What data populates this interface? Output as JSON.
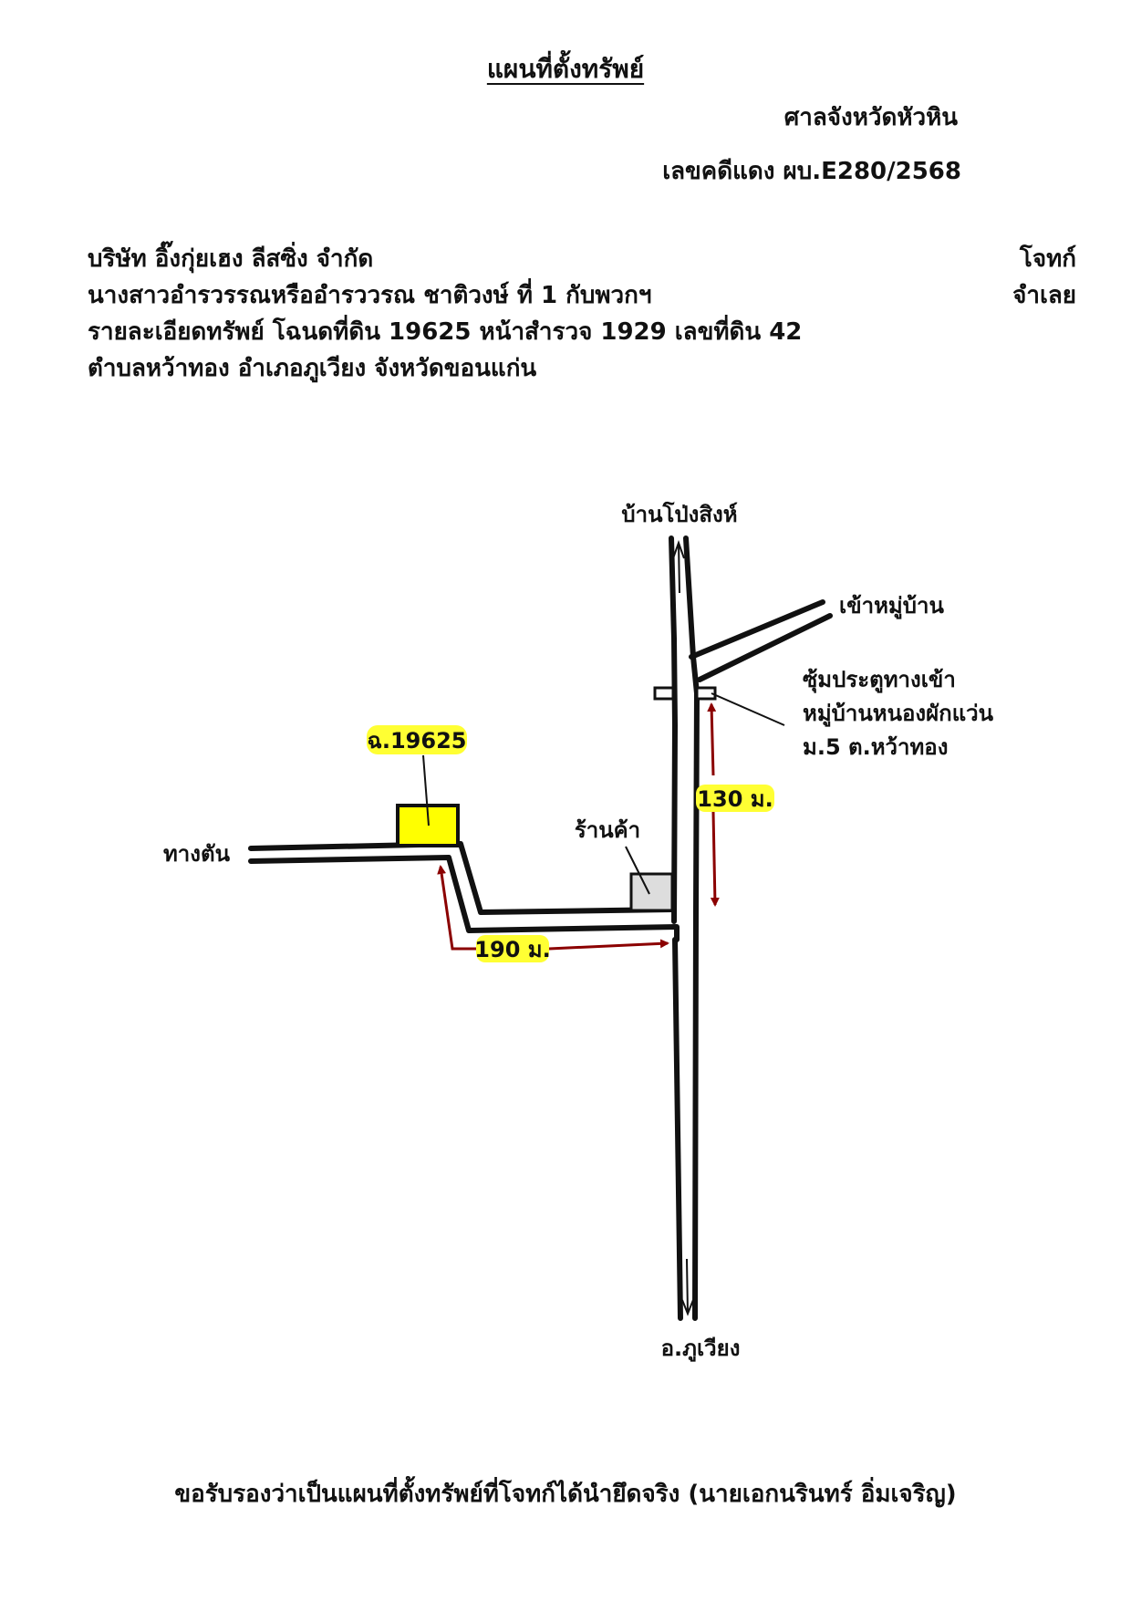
{
  "document": {
    "title": "แผนที่ตั้งทรัพย์",
    "court": "ศาลจังหวัดหัวหิน",
    "case_number": "เลขคดีแดง ผบ.E280/2568",
    "plaintiff_name": "บริษัท อิ๊งกุ่ยเฮง ลีสซิ่ง จำกัด",
    "plaintiff_role": "โจทก์",
    "defendant_name": "นางสาวอำรวรรณหรืออำรววรณ ชาติวงษ์ ที่ 1 กับพวกฯ",
    "defendant_role": "จำเลย",
    "property_line1": "รายละเอียดทรัพย์ โฉนดที่ดิน 19625 หน้าสำรวจ 1929 เลขที่ดิน 42",
    "property_line2": "ตำบลหว้าทอง อำเภอภูเวียง จังหวัดขอนแก่น",
    "certification": "ขอรับรองว่าเป็นแผนที่ตั้งทรัพย์ที่โจทก์ได้นำยึดจริง (นายเอกนรินทร์ อิ่มเจริญ)"
  },
  "map": {
    "label_north": "บ้านโป่งสิงห์",
    "label_village_road": "เข้าหมู่บ้าน",
    "label_gate_line1": "ซุ้มประตูทางเข้า",
    "label_gate_line2": "หมู่บ้านหนองผักแว่น",
    "label_gate_line3": "ม.5 ต.หว้าทอง",
    "label_parcel": "ฉ.19625",
    "label_shop": "ร้านค้า",
    "label_dead_end": "ทางตัน",
    "label_south": "อ.ภูเวียง",
    "distance_gate": "130 ม.",
    "distance_road": "190 ม.",
    "colors": {
      "parcel": "#ffff00",
      "highlight": "#ffff33",
      "arrow": "#8b0000",
      "shop": "#dddddd",
      "road": "#111111"
    }
  }
}
